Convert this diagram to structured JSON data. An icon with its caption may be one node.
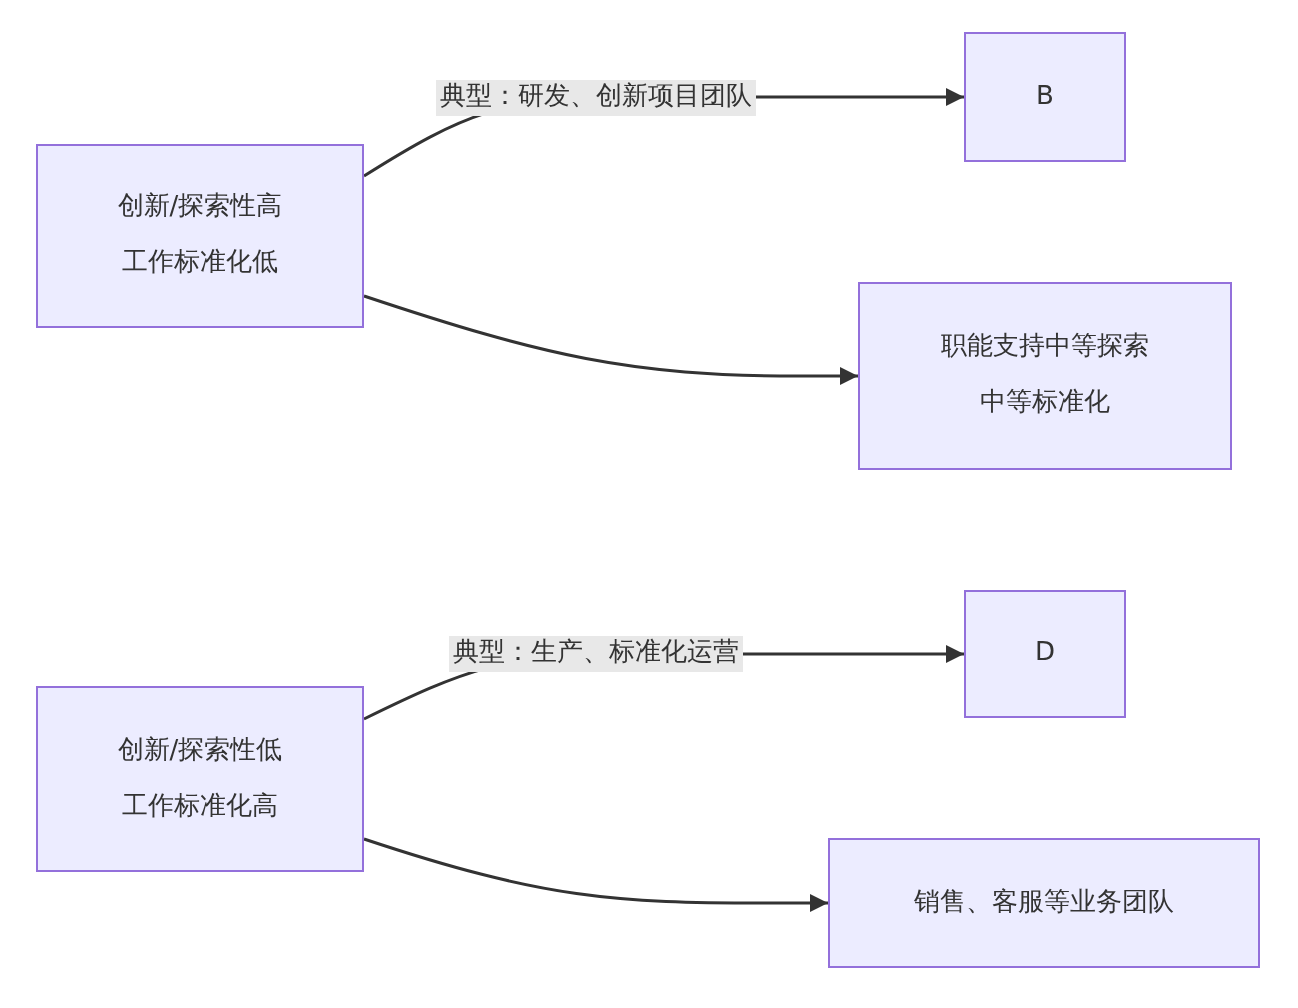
{
  "diagram": {
    "nodes": [
      {
        "text": [
          "创新/探索性高",
          "工作标准化低"
        ]
      },
      {
        "text": [
          "B"
        ]
      },
      {
        "text": [
          "职能支持中等探索",
          "中等标准化"
        ]
      },
      {
        "text": [
          "创新/探索性低",
          "工作标准化高"
        ]
      },
      {
        "text": [
          "D"
        ]
      },
      {
        "text": [
          "销售、客服等业务团队"
        ]
      }
    ],
    "edges": [
      {
        "from": 0,
        "to": 1,
        "arrow": "to",
        "label": "典型：研发、创新项目团队"
      },
      {
        "from": 0,
        "to": 2,
        "arrow": "to"
      },
      {
        "from": 3,
        "to": 4,
        "arrow": "to",
        "label": "典型：生产、标准化运营"
      },
      {
        "from": 3,
        "to": 5,
        "arrow": "to"
      }
    ]
  }
}
